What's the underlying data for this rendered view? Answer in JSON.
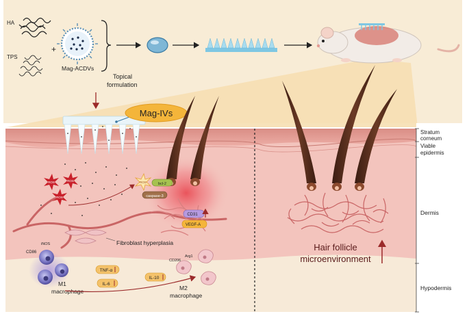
{
  "top": {
    "ha_label": "HA",
    "tps_label": "TPS",
    "plus": "+",
    "mag_acdvs_label": "Mag-ACDVs",
    "formulation_line1": "Topical",
    "formulation_line2": "formulation"
  },
  "skin": {
    "mag_ivs_label": "Mag-IVs",
    "layers": {
      "stratum_line1": "Stratum",
      "stratum_line2": "corneum",
      "viable_line1": "Viable",
      "viable_line2": "epidermis",
      "dermis": "Dermis",
      "hypodermis": "Hypodermis"
    }
  },
  "left_panel": {
    "ros": "ROS",
    "bcl2": "bcl-2",
    "caspase3": "caspase-3",
    "cd31": "CD31",
    "vegfa": "VEGF-A",
    "fibroblast": "Fibroblast hyperplasia",
    "cd86": "CD86",
    "inos": "iNOS",
    "m1_line1": "M1",
    "m1_line2": "macrophage",
    "tnfa": "TNF-α",
    "il6": "IL-6",
    "il10": "IL-10",
    "cd206": "CD206",
    "arg1": "Arg1",
    "m2_line1": "M2",
    "m2_line2": "macrophage"
  },
  "right_panel": {
    "microenv_line1": "Hair follicle",
    "microenv_line2": "microenvironment"
  },
  "colors": {
    "background_cream": "#f8ecd6",
    "skin_pink": "#f3c4bd",
    "epidermis": "#e8a29a",
    "hypodermis": "#f7ead8",
    "inflammation_red": "#e8404a",
    "hair_brown": "#5a2f1e",
    "vessel": "#c96565",
    "mag_ivs_badge": "#f4b53a",
    "needle_blue": "#8fd3ea"
  }
}
